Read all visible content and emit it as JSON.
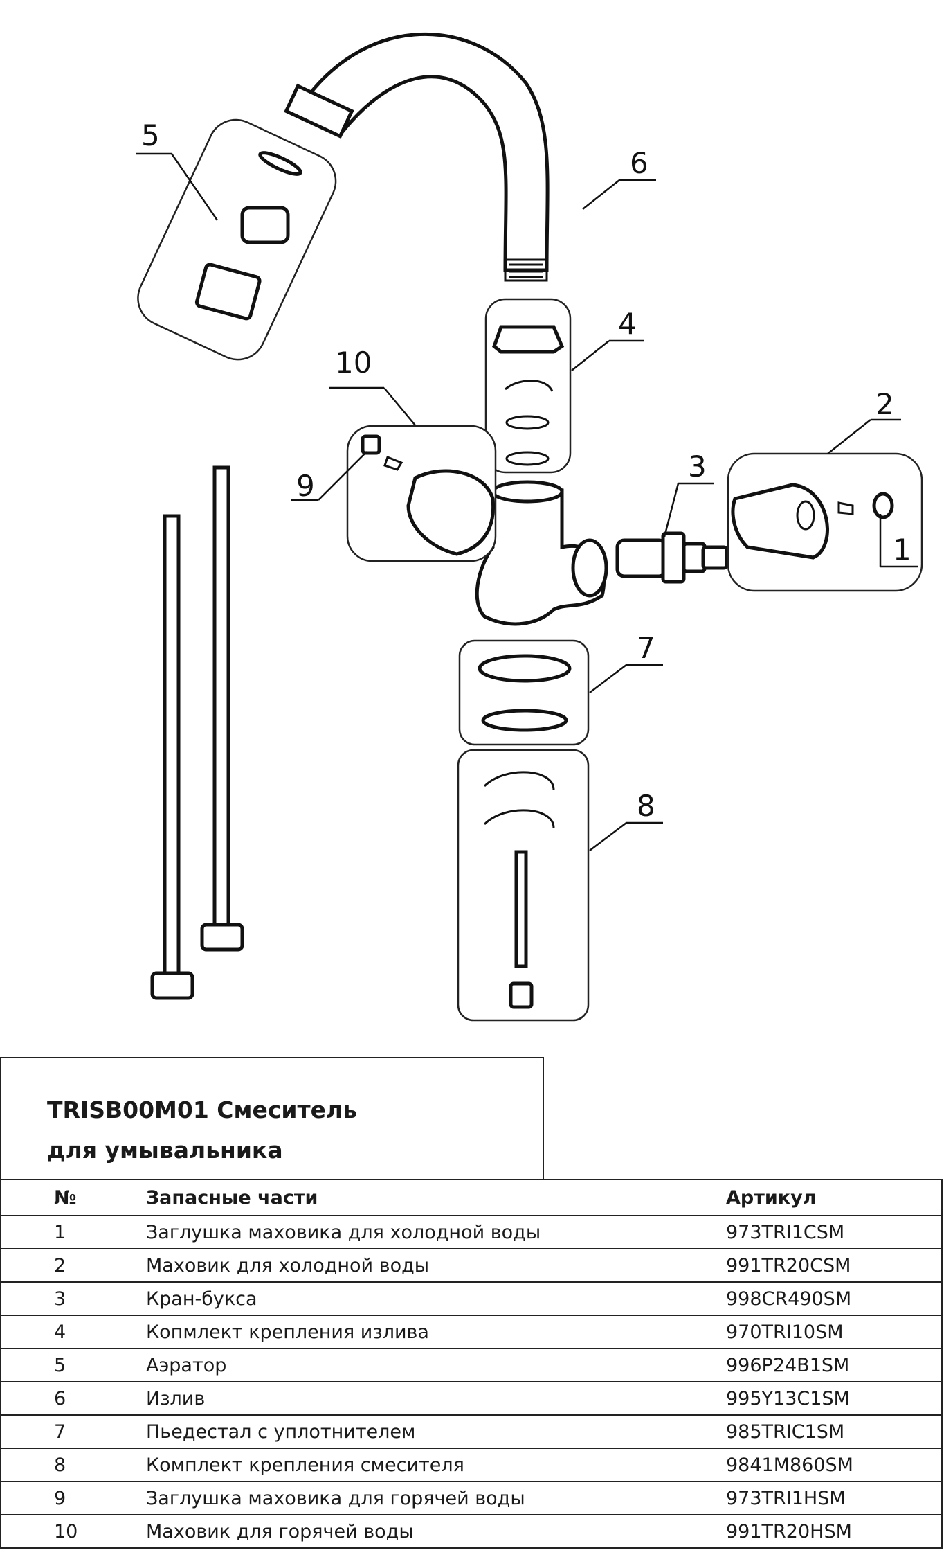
{
  "diagram": {
    "callouts": [
      "1",
      "2",
      "3",
      "4",
      "5",
      "6",
      "7",
      "8",
      "9",
      "10"
    ]
  },
  "title": {
    "line1": "TRISB00M01 Смеситель",
    "line2": "для умывальника"
  },
  "table": {
    "headers": [
      "№",
      "Запасные части",
      "Артикул"
    ],
    "rows": [
      {
        "no": "1",
        "name": "Заглушка маховика для холодной воды",
        "sku": "973TRI1CSM"
      },
      {
        "no": "2",
        "name": "Маховик для холодной воды",
        "sku": "991TR20CSM"
      },
      {
        "no": "3",
        "name": "Кран-букса",
        "sku": "998CR490SM"
      },
      {
        "no": "4",
        "name": "Копмлект крепления излива",
        "sku": "970TRI10SM"
      },
      {
        "no": "5",
        "name": "Аэратор",
        "sku": "996P24B1SM"
      },
      {
        "no": "6",
        "name": "Излив",
        "sku": "995Y13C1SM"
      },
      {
        "no": "7",
        "name": "Пьедестал с уплотнителем",
        "sku": "985TRIC1SM"
      },
      {
        "no": "8",
        "name": "Комплект крепления смесителя",
        "sku": "9841M860SM"
      },
      {
        "no": "9",
        "name": "Заглушка маховика для горячей воды",
        "sku": "973TRI1HSM"
      },
      {
        "no": "10",
        "name": "Маховик для горячей воды",
        "sku": "991TR20HSM"
      }
    ]
  }
}
